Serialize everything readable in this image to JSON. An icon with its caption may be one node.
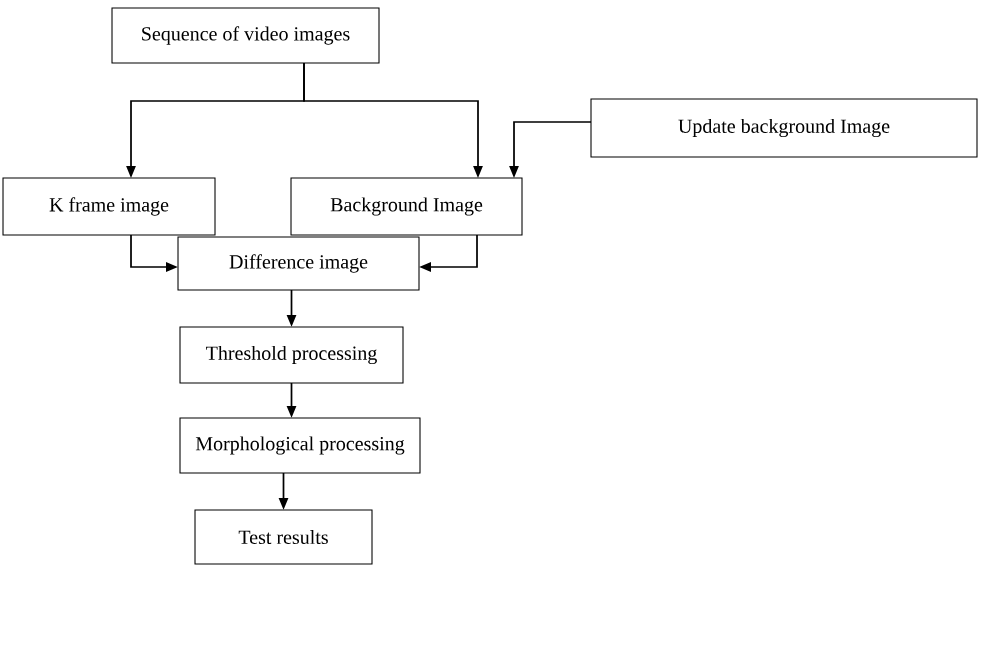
{
  "diagram": {
    "nodes": [
      {
        "text": [
          "Sequence of video images"
        ]
      },
      {
        "text": [
          "Update background Image"
        ]
      },
      {
        "text": [
          "K frame image"
        ]
      },
      {
        "text": [
          "Background Image"
        ]
      },
      {
        "text": [
          "Difference image"
        ]
      },
      {
        "text": [
          "Threshold processing"
        ]
      },
      {
        "text": [
          "Morphological processing"
        ]
      },
      {
        "text": [
          "Test results"
        ]
      }
    ],
    "edges": [
      {
        "from": 0,
        "to": 2,
        "arrow": "to"
      },
      {
        "from": 0,
        "to": 3,
        "arrow": "to"
      },
      {
        "from": 1,
        "to": 3,
        "arrow": "to"
      },
      {
        "from": 2,
        "to": 4,
        "arrow": "to"
      },
      {
        "from": 3,
        "to": 4,
        "arrow": "to"
      },
      {
        "from": 4,
        "to": 5,
        "arrow": "to"
      },
      {
        "from": 5,
        "to": 6,
        "arrow": "to"
      },
      {
        "from": 6,
        "to": 7,
        "arrow": "to"
      }
    ]
  }
}
